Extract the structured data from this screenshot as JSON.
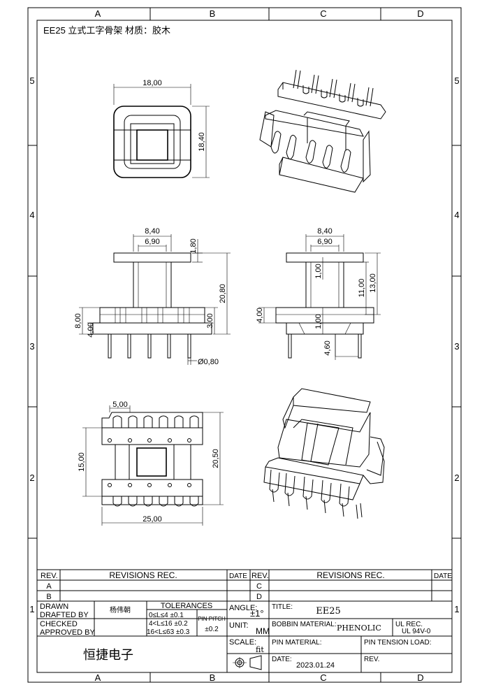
{
  "title_note": "EE25 立式工字骨架 材质：胶木",
  "zone_cols": [
    "A",
    "B",
    "C",
    "D"
  ],
  "zone_rows": [
    "5",
    "4",
    "3",
    "2",
    "1"
  ],
  "dims": {
    "top_width": "18,00",
    "top_height": "18,40",
    "front_w1": "8,40",
    "front_w2": "6,90",
    "front_flange": "1,80",
    "front_h_total": "20,80",
    "front_h_base": "8,00",
    "front_h_lower": "4,00",
    "front_h_pin": "3,00",
    "pin_dia": "Ø0,80",
    "side_w1": "8,40",
    "side_w2": "6,90",
    "side_wall1": "1,00",
    "side_wall2": "1,00",
    "side_h1": "11,00",
    "side_h2": "13,00",
    "side_h3": "4,00",
    "side_pin": "4,60",
    "bottom_pitch": "5,00",
    "bottom_h1": "15,00",
    "bottom_h2": "20,50",
    "bottom_w": "25,00"
  },
  "title_block": {
    "rev_label": "REV.",
    "revisions_rec": "REVISIONS REC.",
    "date_label": "DATE",
    "rev_rows_left": [
      "A",
      "B"
    ],
    "rev_rows_right": [
      "C",
      "D"
    ],
    "drawn": "DRAWN",
    "drafted_by": "DRAFTED BY",
    "drafter_name": "杨伟朝",
    "checked": "CHECKED",
    "approved_by": "APPROVED BY",
    "tolerances": "TOLERANCES",
    "tol_rows": [
      "0≤L≤4  ±0.1",
      "4<L≤16  ±0.2",
      "16<L≤63  ±0.3"
    ],
    "pin_pitch": "PIN PITCH",
    "pin_pitch_val": "±0.2",
    "angle_label": "ANGLE:",
    "angle_val": "±1°",
    "unit_label": "UNIT:",
    "unit_val": "MM",
    "scale_label": "SCALE:",
    "scale_val": "fit",
    "title_label": "TITLE:",
    "title_val": "EE25",
    "bobbin_material_label": "BOBBIN MATERIAL:",
    "bobbin_material_val": "PHENOLIC",
    "ul_rec_label": "UL REC.",
    "ul_rec_val": "UL 94V-0",
    "pin_material_label": "PIN MATERIAL:",
    "pin_tension_label": "PIN TENSION LOAD:",
    "date_label2": "DATE:",
    "date_val": "2023.01.24",
    "rev_label2": "REV.",
    "company": "恒捷电子"
  }
}
